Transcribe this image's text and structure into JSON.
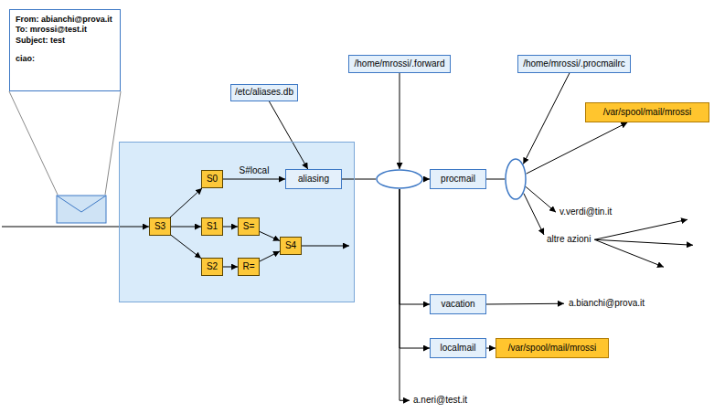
{
  "diagram": {
    "nodes": [
      {
        "text": [
          "From: abianchi@prova.it",
          "To: mrossi@test.it",
          "Subject: test",
          "ciao:"
        ]
      },
      {
        "text": [
          "/etc/aliases.db"
        ]
      },
      {
        "text": [
          "/home/mrossi/.forward"
        ]
      },
      {
        "text": [
          "/home/mrossi/.procmailrc"
        ]
      },
      {
        "text": [
          "/var/spool/mail/mrossi"
        ]
      },
      {
        "text": []
      },
      {
        "text": [
          "S3"
        ],
        "in": 5
      },
      {
        "text": [
          "S0"
        ],
        "in": 5
      },
      {
        "text": [
          "S1"
        ],
        "in": 5
      },
      {
        "text": [
          "S2"
        ],
        "in": 5
      },
      {
        "text": [
          "S="
        ],
        "in": 5
      },
      {
        "text": [
          "R="
        ],
        "in": 5
      },
      {
        "text": [
          "S4"
        ],
        "in": 5
      },
      {
        "text": [
          "aliasing"
        ],
        "in": 5
      },
      {
        "text": []
      },
      {
        "text": [
          "procmail"
        ]
      },
      {
        "text": []
      },
      {
        "text": [
          "vacation"
        ]
      },
      {
        "text": [
          "localmail"
        ]
      },
      {
        "text": [
          "/var/spool/mail/mrossi"
        ]
      }
    ],
    "edges": [
      {
        "from": 6,
        "to": 7,
        "arrow": "to"
      },
      {
        "from": 6,
        "to": 8,
        "arrow": "to"
      },
      {
        "from": 6,
        "to": 9,
        "arrow": "to"
      },
      {
        "from": 8,
        "to": 10,
        "arrow": "to"
      },
      {
        "from": 9,
        "to": 11,
        "arrow": "to"
      },
      {
        "from": 10,
        "to": 12,
        "arrow": "to"
      },
      {
        "from": 11,
        "to": 12,
        "arrow": "to"
      },
      {
        "from": 7,
        "to": 13,
        "label": "S#local",
        "arrow": "to"
      },
      {
        "from": 1,
        "to": 13,
        "arrow": "to"
      },
      {
        "from": 13,
        "to": 14,
        "arrow": "none"
      },
      {
        "from": 2,
        "to": 14,
        "arrow": "to"
      },
      {
        "from": 14,
        "to": 15,
        "arrow": "to"
      },
      {
        "from": 14,
        "to": 17,
        "arrow": "to"
      },
      {
        "from": 14,
        "to": 18,
        "arrow": "to"
      },
      {
        "from": 15,
        "to": 16,
        "arrow": "none"
      },
      {
        "from": 3,
        "to": 16,
        "arrow": "to"
      },
      {
        "from": 16,
        "to": 4,
        "arrow": "to"
      },
      {
        "from": 18,
        "to": 19,
        "arrow": "to"
      }
    ],
    "labels": [
      "v.verdi@tin.it",
      "altre azioni",
      "a.bianchi@prova.it",
      "a.neri@test.it"
    ]
  }
}
